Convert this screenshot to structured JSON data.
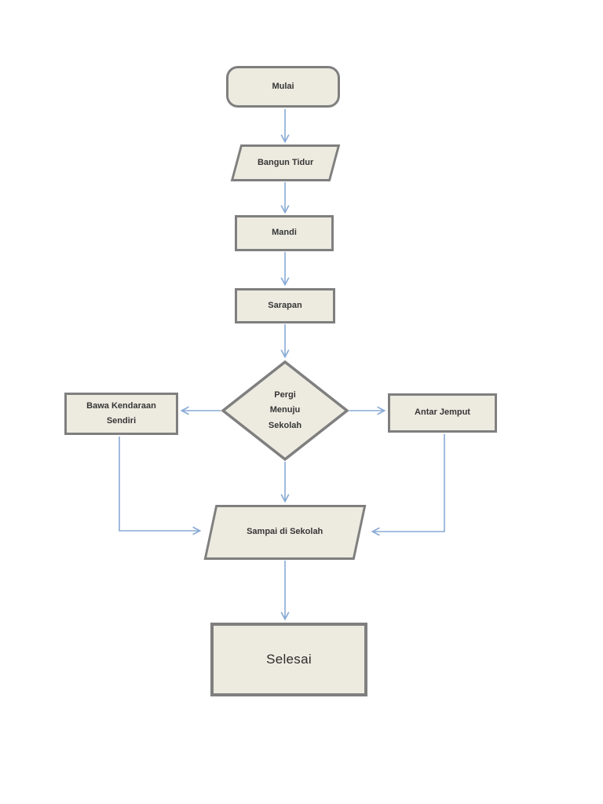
{
  "diagram": {
    "language": "Indonesian",
    "type": "flowchart",
    "colors": {
      "shape_fill": "#edebe0",
      "shape_border": "#7f7f7f",
      "arrow": "#89aad5",
      "label": "#363636"
    },
    "nodes": {
      "start": {
        "label": "Mulai",
        "shape": "rounded-terminator"
      },
      "wake": {
        "label": "Bangun Tidur",
        "shape": "parallelogram"
      },
      "bath": {
        "label": "Mandi",
        "shape": "rectangle"
      },
      "breakfast": {
        "label": "Sarapan",
        "shape": "rectangle"
      },
      "decision": {
        "label": "Pergi\nMenuju\nSekolah",
        "shape": "diamond"
      },
      "own_vehicle": {
        "label": "Bawa Kendaraan\nSendiri",
        "shape": "rectangle"
      },
      "shuttle": {
        "label": "Antar Jemput",
        "shape": "rectangle"
      },
      "arrive": {
        "label": "Sampai di Sekolah",
        "shape": "parallelogram"
      },
      "end": {
        "label": "Selesai",
        "shape": "rectangle"
      }
    },
    "edges": [
      "start -> wake",
      "wake -> bath",
      "bath -> breakfast",
      "breakfast -> decision",
      "decision -> own_vehicle",
      "decision -> shuttle",
      "decision -> arrive",
      "own_vehicle -> arrive",
      "shuttle -> arrive",
      "arrive -> end"
    ]
  }
}
